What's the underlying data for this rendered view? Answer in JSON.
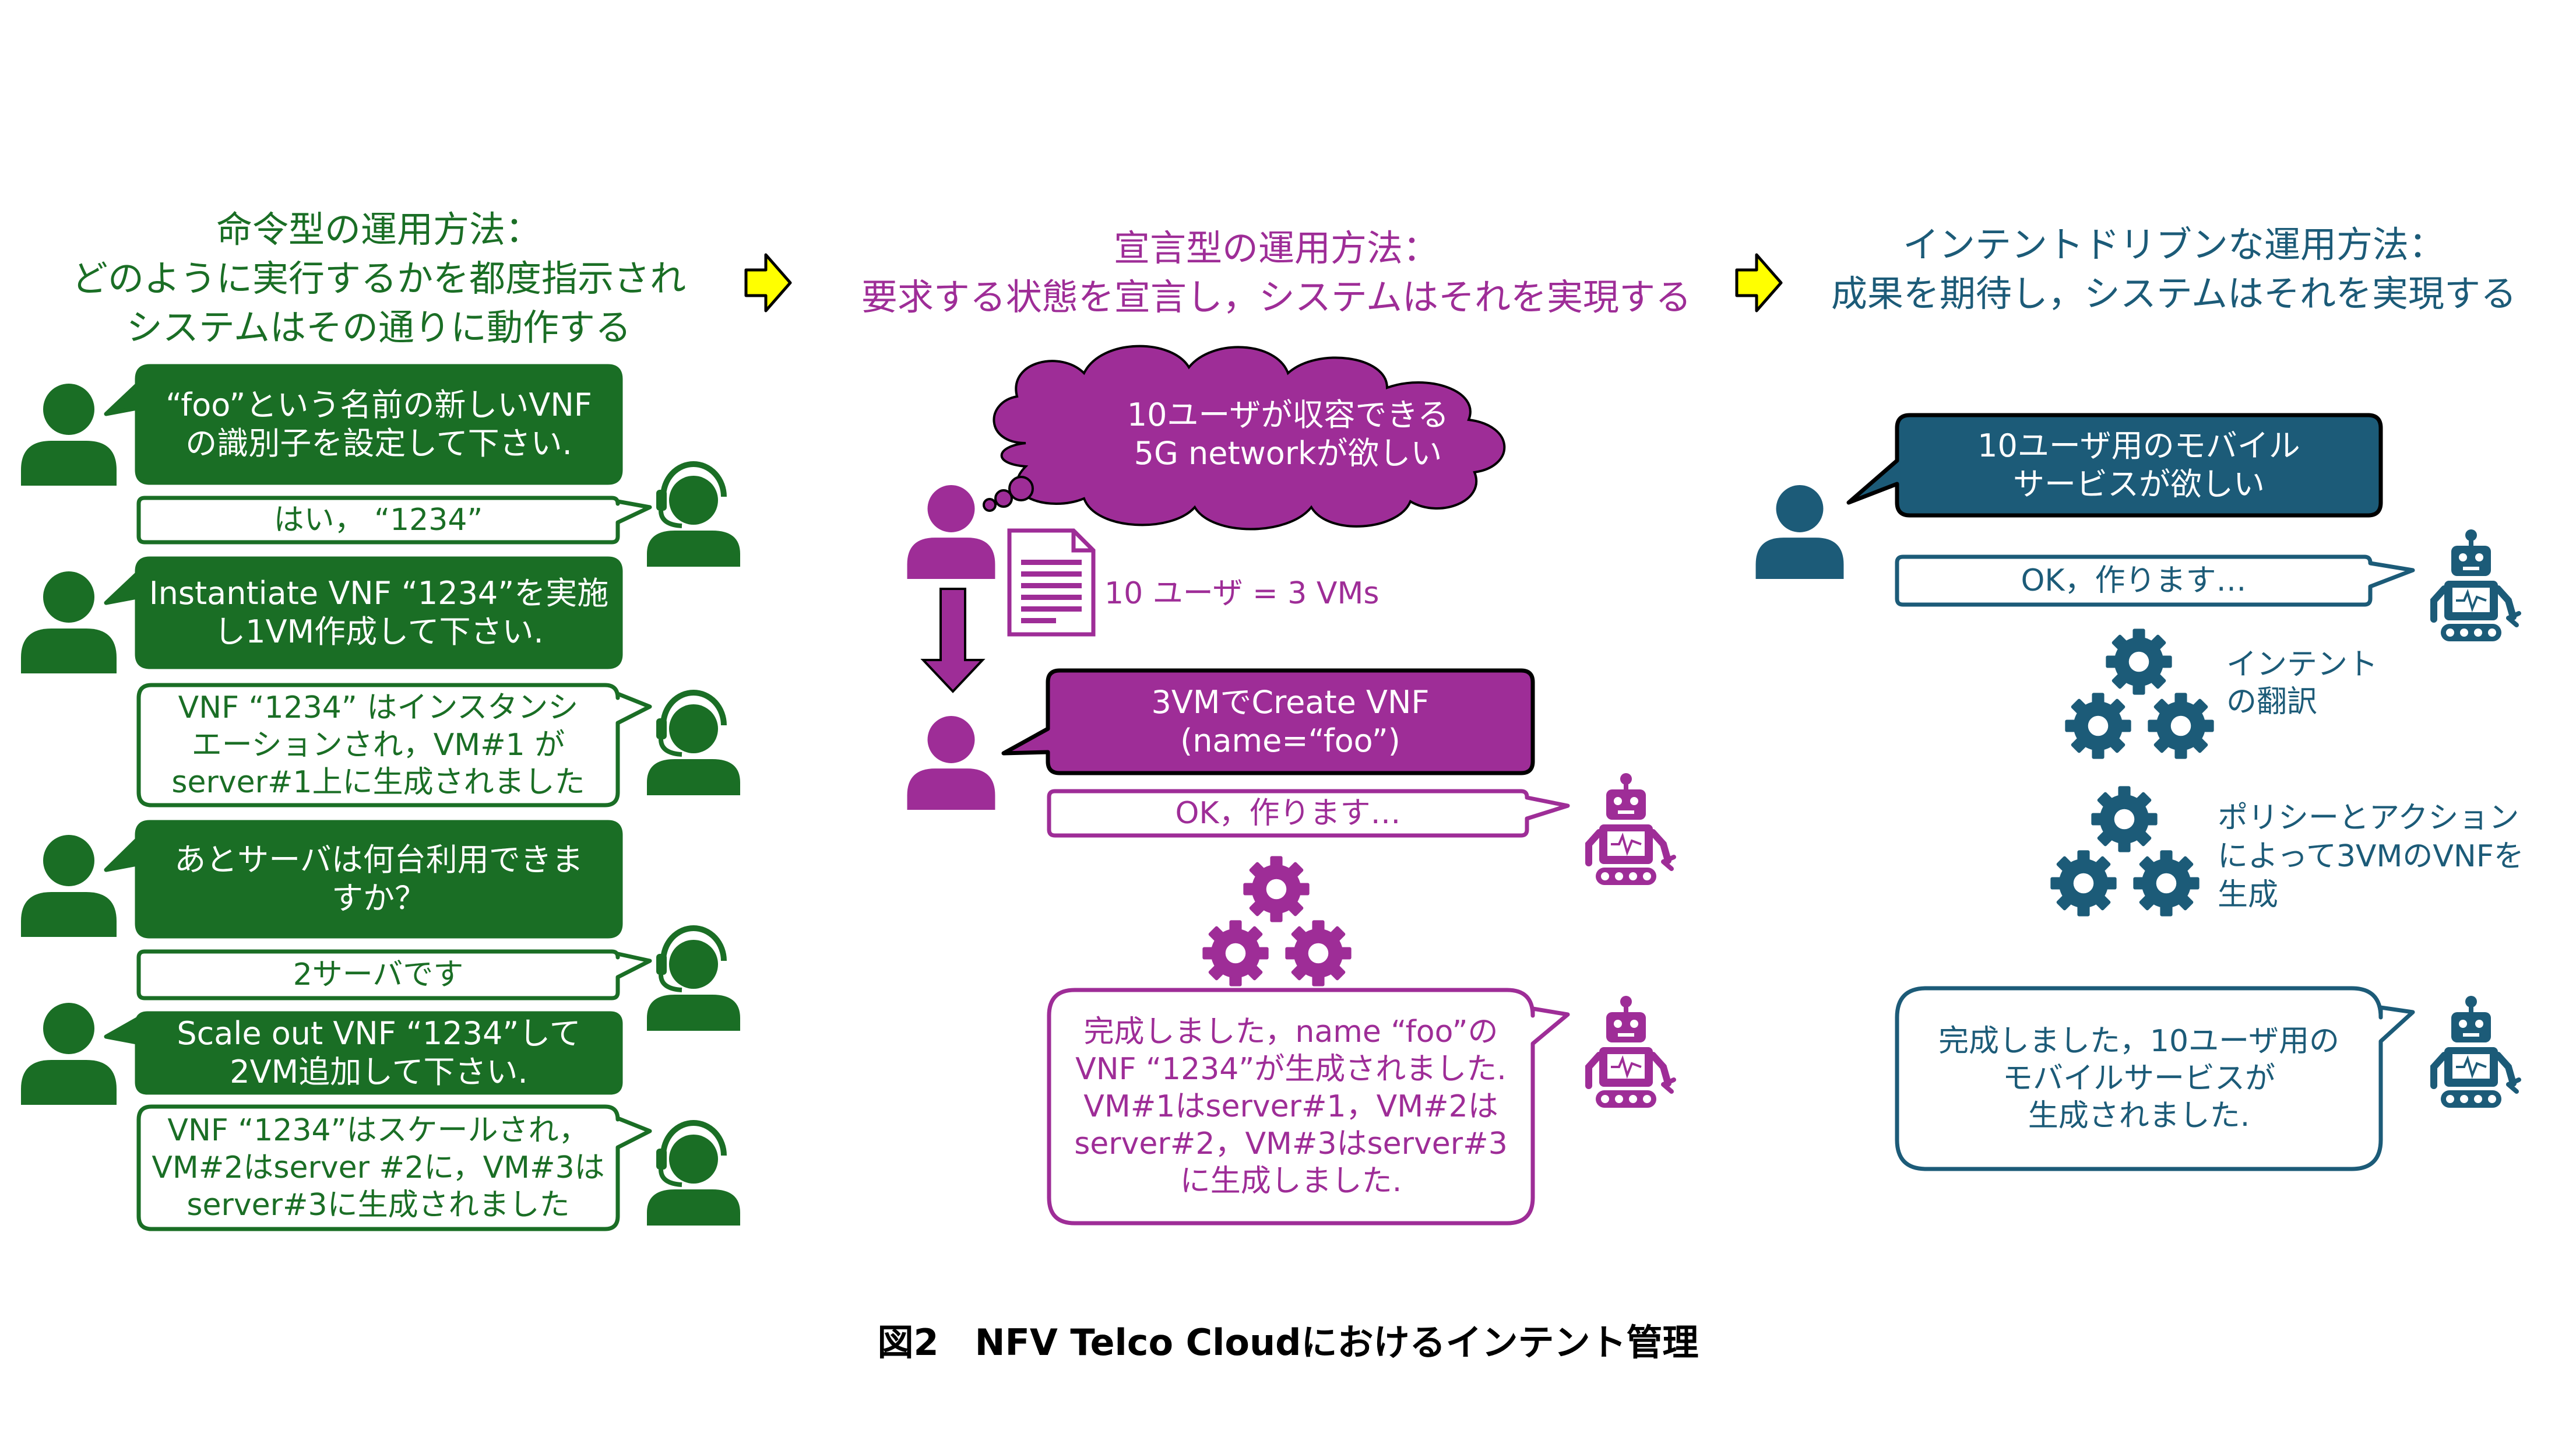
{
  "colors": {
    "imperative": "#1a6e25",
    "declarative": "#9e2d97",
    "intent": "#1c5b78",
    "arrow_fill": "#ffff00"
  },
  "imperative": {
    "title": [
      "命令型の運用方法：",
      "どのように実行するかを都度指示され",
      "システムはその通りに動作する"
    ],
    "bubbles": [
      [
        "“foo”という名前の新しいVNF",
        "の識別子を設定して下さい."
      ],
      [
        "はい， “1234”"
      ],
      [
        "Instantiate VNF “1234”を実施",
        "し1VM作成して下さい."
      ],
      [
        "VNF “1234” はインスタンシ",
        "エーションされ，VM#1 が",
        "server#1上に生成されました"
      ],
      [
        "あとサーバは何台利用できま",
        "すか？"
      ],
      [
        "2サーバです"
      ],
      [
        "Scale out VNF “1234”して",
        "2VM追加して下さい."
      ],
      [
        "VNF “1234”はスケールされ，",
        "VM#2はserver #2に，VM#3は",
        "server#3に生成されました"
      ]
    ]
  },
  "declarative": {
    "title": [
      "宣言型の運用方法：",
      "要求する状態を宣言し，システムはそれを実現する"
    ],
    "cloud": [
      "10ユーザが収容できる",
      "5G networkが欲しい"
    ],
    "document_label": "10 ユーザ = 3 VMs",
    "command": [
      "3VMでCreate VNF",
      "(name=“foo”)"
    ],
    "ack": "OK，作ります…",
    "result": [
      "完成しました，name “foo”の",
      "VNF “1234”が生成されました.",
      "VM#1はserver#1，VM#2は",
      "server#2，VM#3はserver#3",
      "に生成しました."
    ]
  },
  "intent": {
    "title": [
      "インテントドリブンな運用方法：",
      "成果を期待し，システムはそれを実現する"
    ],
    "request": [
      "10ユーザ用のモバイル",
      "サービスが欲しい"
    ],
    "ack": "OK，作ります…",
    "gear_label_1": [
      "インテント",
      "の翻訳"
    ],
    "gear_label_2": [
      "ポリシーとアクション",
      "によって3VMのVNFを",
      "生成"
    ],
    "result": [
      "完成しました，10ユーザ用の",
      "モバイルサービスが",
      "生成されました."
    ]
  },
  "caption": "図2　NFV Telco Cloudにおけるインテント管理",
  "icons": [
    "person-icon",
    "operator-headset-icon",
    "robot-icon",
    "gear-icon",
    "document-icon",
    "yellow-arrow-icon"
  ]
}
